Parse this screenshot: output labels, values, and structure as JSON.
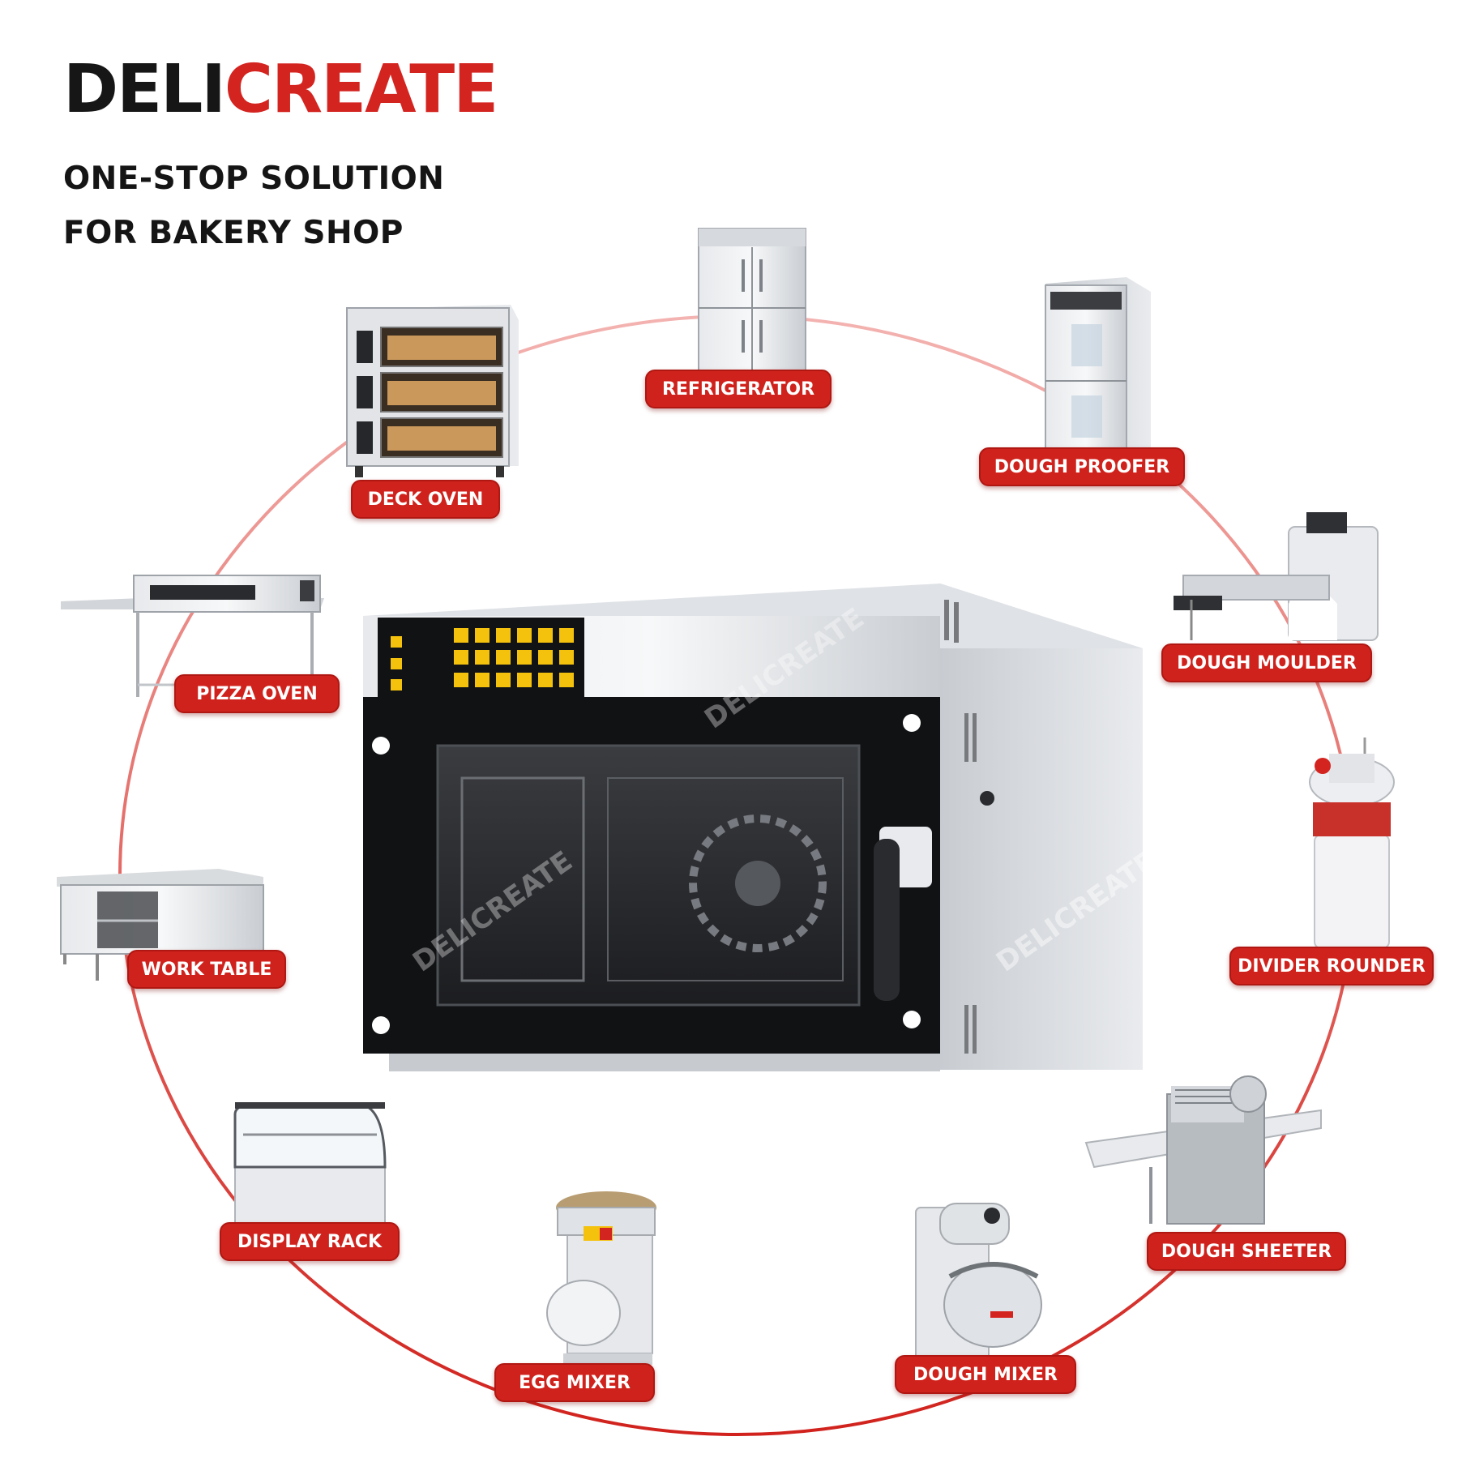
{
  "brand": {
    "logo_dark": "DELI",
    "logo_red": "CREATE",
    "red": "#d42420",
    "dark": "#161616"
  },
  "tagline": {
    "line1": "ONE-STOP SOLUTION",
    "line2": "FOR BAKERY SHOP"
  },
  "labels": {
    "refrigerator": "REFRIGERATOR",
    "dough_proofer": "DOUGH PROOFER",
    "deck_oven": "DECK OVEN",
    "dough_moulder": "DOUGH MOULDER",
    "pizza_oven": "PIZZA OVEN",
    "divider_rounder": "DIVIDER ROUNDER",
    "work_table": "WORK TABLE",
    "dough_sheeter": "DOUGH SHEETER",
    "display_rack": "DISPLAY RACK",
    "egg_mixer": "EGG MIXER",
    "dough_mixer": "DOUGH MIXER"
  },
  "watermark": "DELICREATE"
}
